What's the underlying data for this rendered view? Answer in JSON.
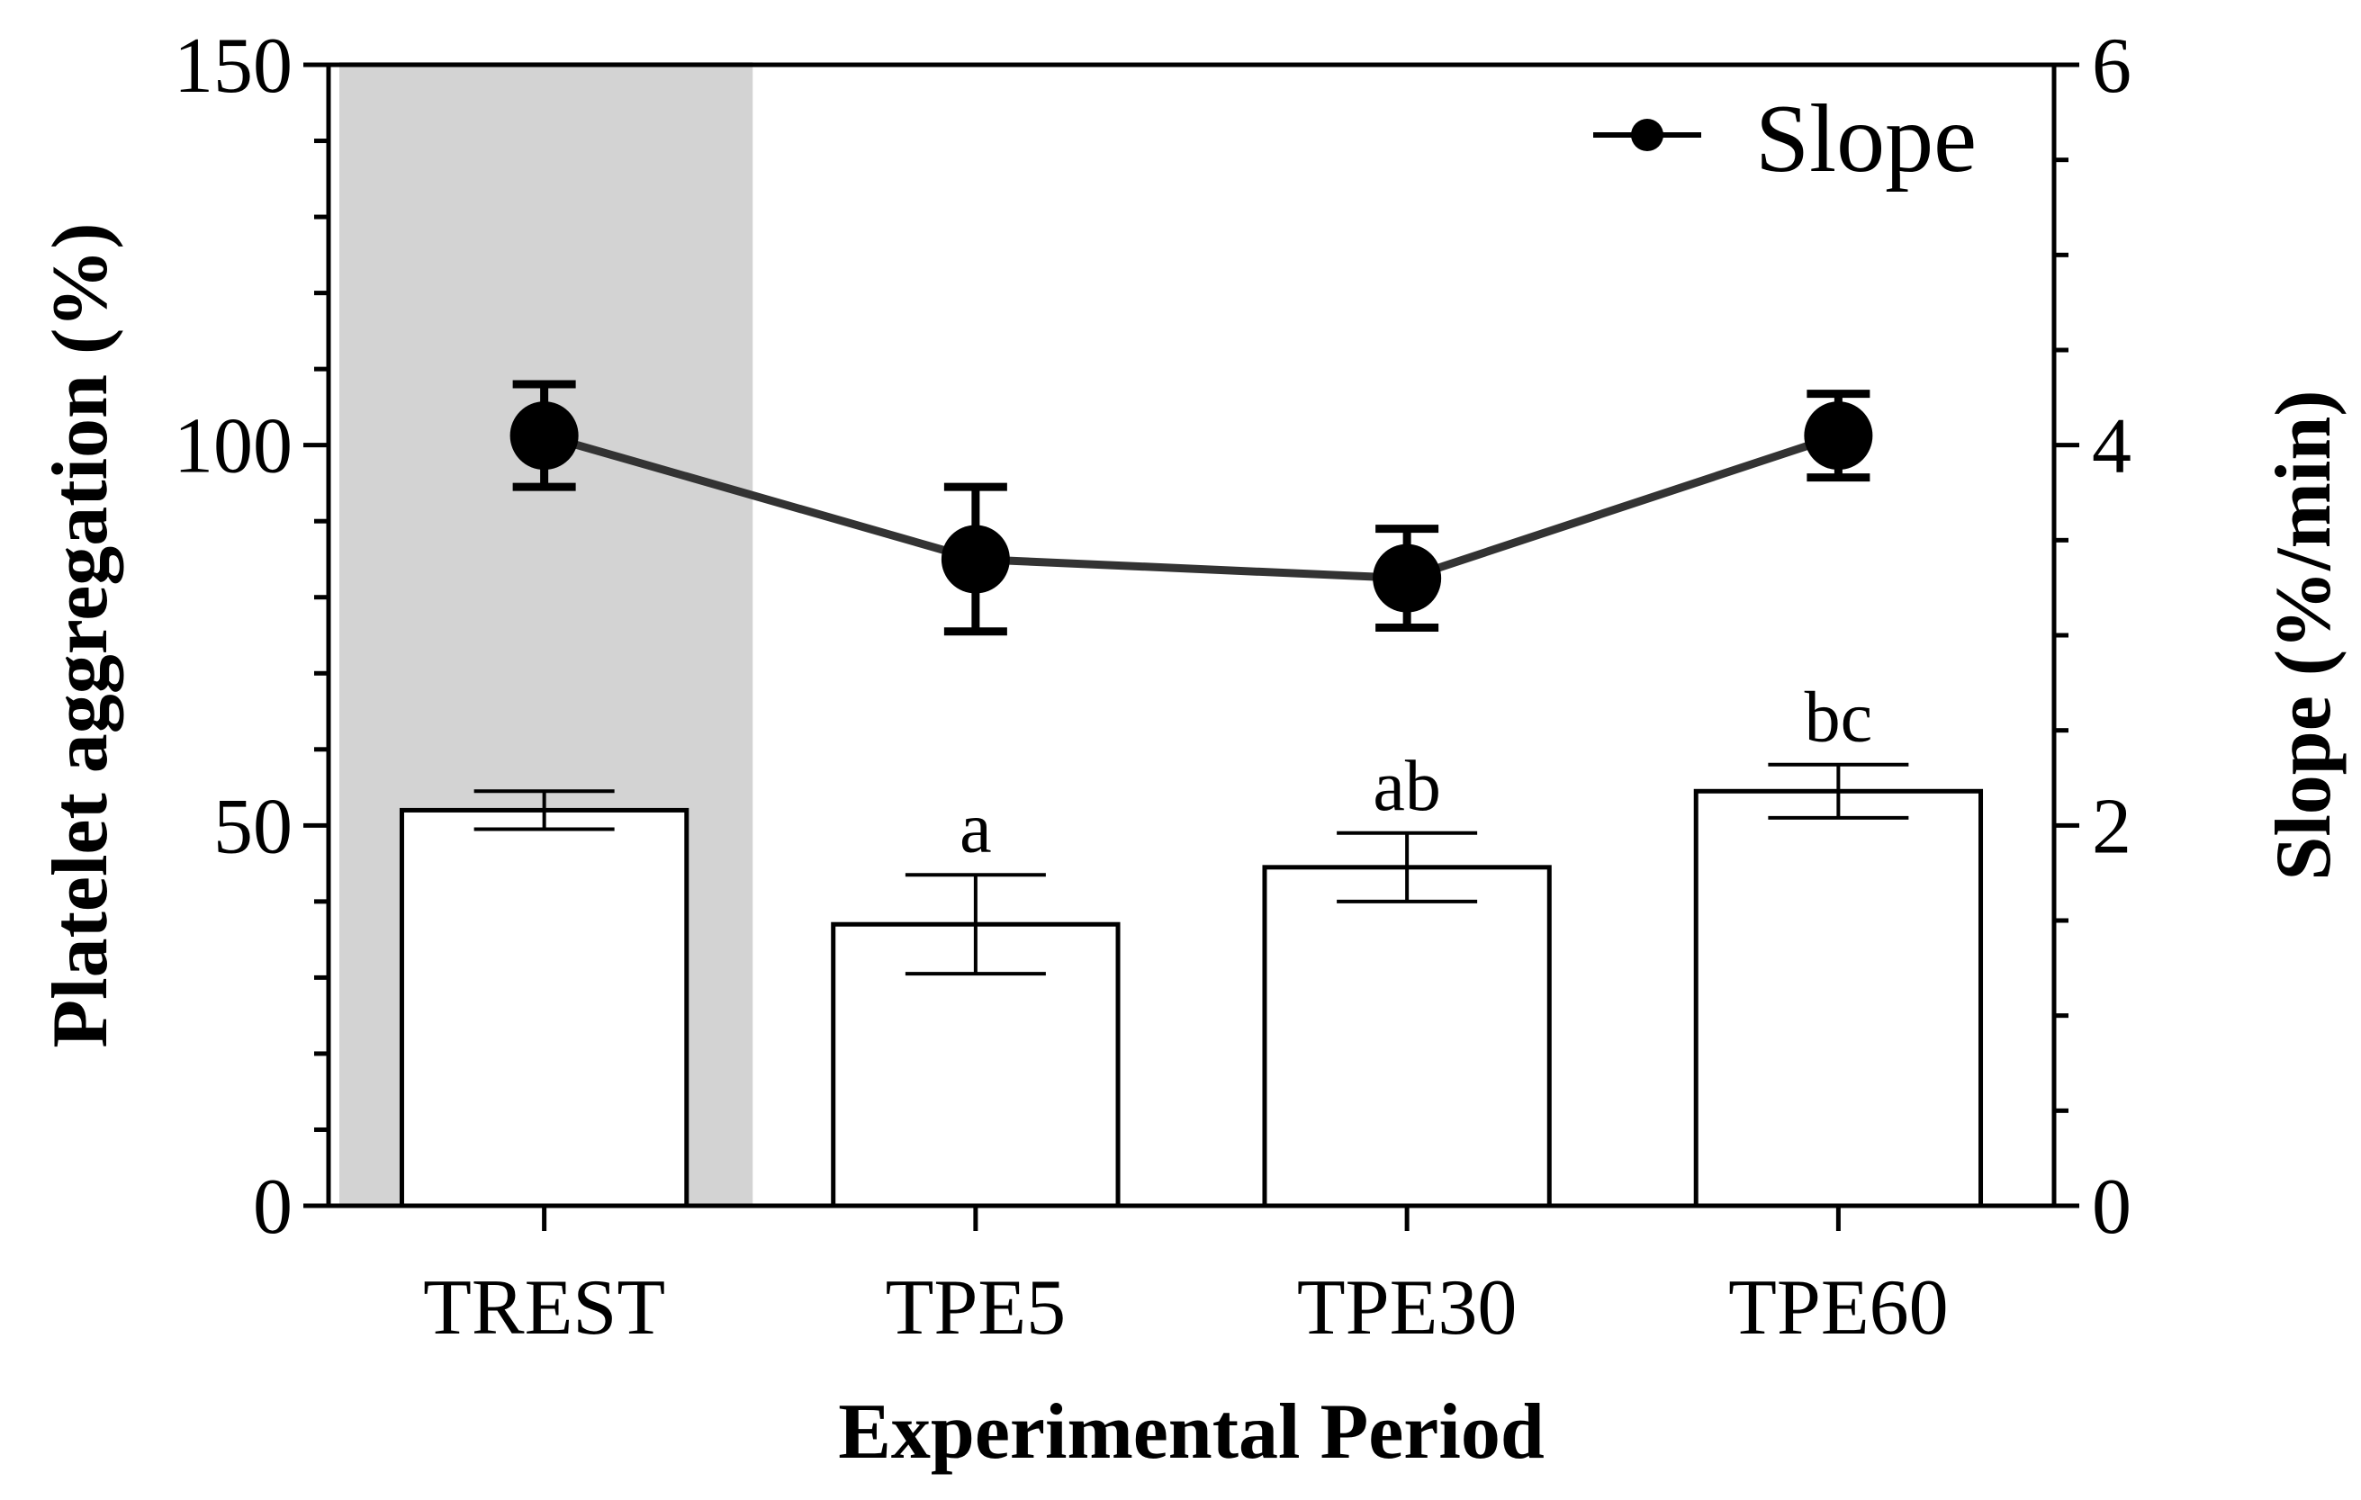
{
  "chart_data": {
    "type": "bar",
    "categories": [
      "TREST",
      "TPE5",
      "TPE30",
      "TPE60"
    ],
    "xlabel": "Experimental Period",
    "ylabel": "Platelet aggregation (%)",
    "y2label": "Slope (%/min)",
    "ylim": [
      0,
      150
    ],
    "y2lim": [
      0,
      6
    ],
    "yticks": [
      "0",
      "50",
      "100",
      "150"
    ],
    "y2ticks": [
      "0",
      "2",
      "4",
      "6"
    ],
    "grid": false,
    "legend_position": "top-right",
    "shaded_category": "TREST",
    "shade_color": "#d3d3d3",
    "series": [
      {
        "type": "bar",
        "axis": "left",
        "values": [
          52,
          37,
          44.5,
          54.5
        ],
        "error": [
          2.5,
          6.5,
          4.5,
          3.5
        ],
        "labels": [
          "",
          "a",
          "ab",
          "bc"
        ],
        "color": "#ffffff",
        "edge_color": "#000000"
      },
      {
        "type": "line",
        "axis": "right",
        "name": "Slope",
        "values": [
          4.05,
          3.4,
          3.3,
          4.05
        ],
        "error": [
          0.27,
          0.38,
          0.26,
          0.22
        ],
        "color": "#000000",
        "line_color": "#333333"
      }
    ]
  }
}
